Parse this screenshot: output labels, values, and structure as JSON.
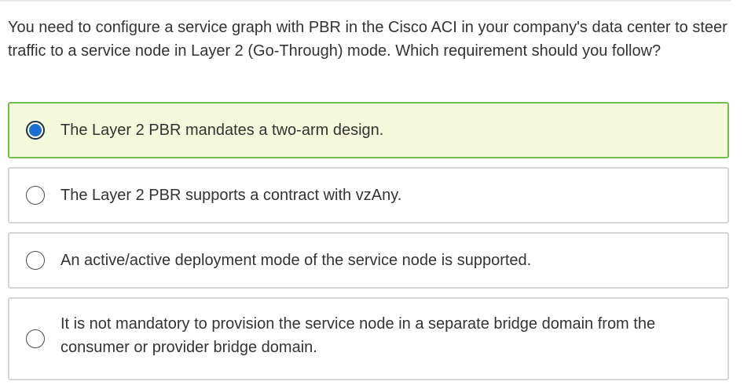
{
  "question": {
    "text": "You need to configure a service graph with PBR in the Cisco ACI in your company's data center to steer traffic to a service node in Layer 2 (Go-Through) mode. Which requirement should you follow?"
  },
  "options": [
    {
      "label": "The Layer 2 PBR mandates a two-arm design.",
      "selected": true
    },
    {
      "label": "The Layer 2 PBR supports a contract with vzAny.",
      "selected": false
    },
    {
      "label": "An active/active deployment mode of the service node is supported.",
      "selected": false
    },
    {
      "label": "It is not mandatory to provision the service node in a separate bridge domain from the consumer or provider bridge domain.",
      "selected": false
    }
  ],
  "colors": {
    "selected_background": "#f4f9dc",
    "selected_border": "#6fbf4a",
    "radio_fill": "#1a6fd1",
    "text": "#333333"
  }
}
